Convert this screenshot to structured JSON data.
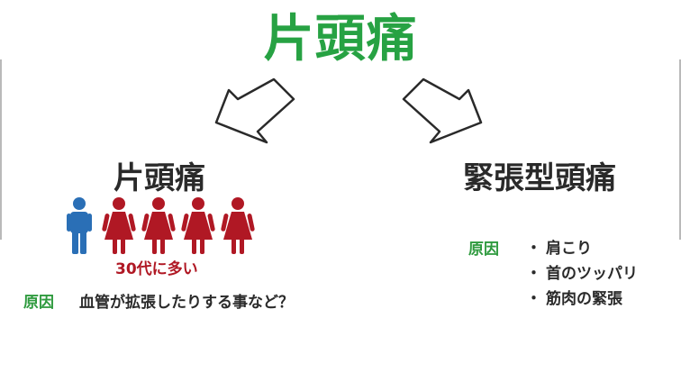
{
  "title": "片頭痛",
  "left": {
    "heading": "片頭痛",
    "age_note": "30代に多い",
    "cause_label": "原因",
    "cause_text": "血管が拡張したりする事など？",
    "figures": {
      "blue_count": 1,
      "red_count": 4
    }
  },
  "right": {
    "heading": "緊張型頭痛",
    "cause_label": "原因",
    "causes": [
      "肩こり",
      "首のツッパリ",
      "筋肉の緊張"
    ],
    "bullet": "・"
  },
  "colors": {
    "title_green": "#27a243",
    "label_green": "#2e9a3e",
    "red": "#b01824",
    "blue": "#2a6fb6",
    "text": "#2a2a2a"
  }
}
